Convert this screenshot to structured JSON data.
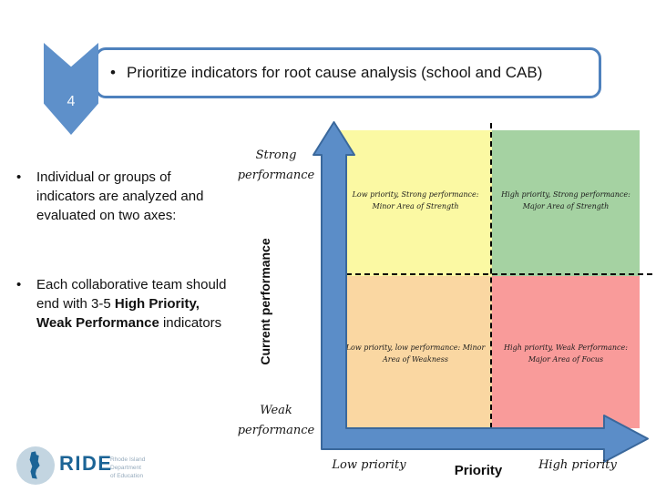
{
  "header": {
    "step_number": "4",
    "bullet_char": "•",
    "title": "Prioritize indicators for root cause analysis (school and CAB)",
    "chevron_color": "#5E90CA",
    "title_border_color": "#4E81BD"
  },
  "bullets": [
    {
      "text_before": "Individual or groups of indicators are analyzed and evaluated on two axes:",
      "bold": "",
      "text_after": ""
    },
    {
      "text_before": "Each collaborative team should end with 3-5 ",
      "bold": "High Priority, Weak Performance",
      "text_after": " indicators"
    }
  ],
  "matrix": {
    "arrow_fill": "#5B8DC8",
    "arrow_stroke": "#3A689C",
    "dash_color": "#000000",
    "y_axis": {
      "title": "Current performance",
      "top_label": "Strong performance",
      "bottom_label": "Weak performance"
    },
    "x_axis": {
      "title": "Priority",
      "left_label": "Low priority",
      "right_label": "High priority"
    },
    "quadrants": [
      {
        "position": "top-left",
        "color": "#FBF9A3",
        "label": "Low priority, Strong performance: Minor Area of Strength"
      },
      {
        "position": "top-right",
        "color": "#A5D2A2",
        "label": "High priority, Strong performance: Major Area of Strength"
      },
      {
        "position": "bottom-left",
        "color": "#FAD7A2",
        "label": "Low priority, low performance: Minor Area of Weakness"
      },
      {
        "position": "bottom-right",
        "color": "#F99B9A",
        "label": "High priority, Weak Performance: Major Area of Focus"
      }
    ]
  },
  "footer": {
    "logo_acronym": "RIDE",
    "logo_color": "#1C6496",
    "logo_subtext_lines": [
      "Rhode Island",
      "Department",
      "of Education"
    ]
  }
}
